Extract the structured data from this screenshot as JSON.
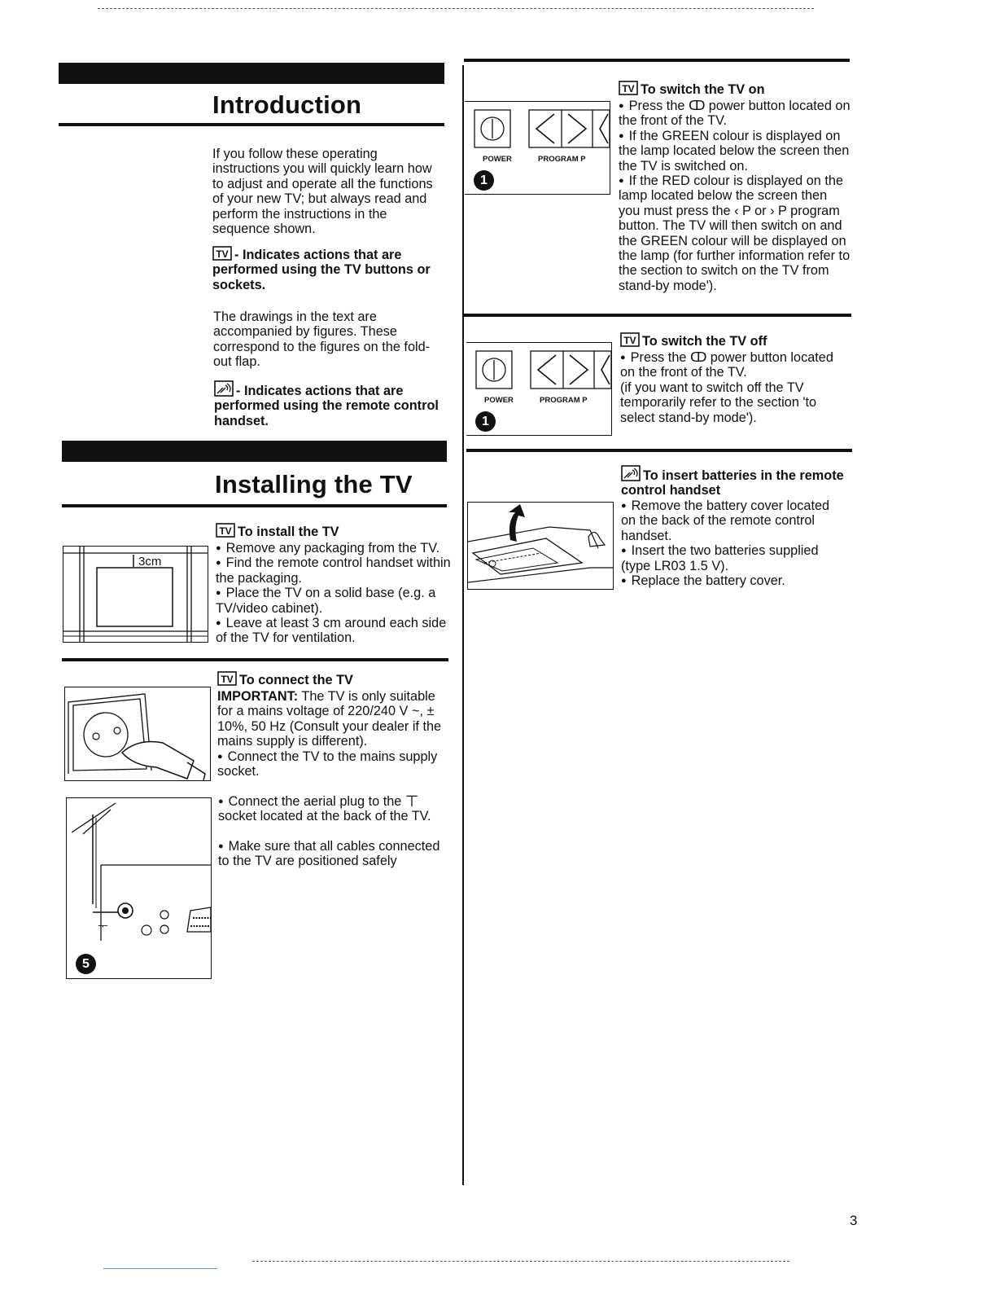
{
  "page_number": "3",
  "icons": {
    "tv_icon": "tv-buttons-icon",
    "remote_icon": "remote-handset-icon",
    "power_symbol": "Ⓞ"
  },
  "introduction": {
    "title": "Introduction",
    "para1": "If you follow these operating instructions you will quickly learn how to adjust and operate all the functions of your new TV; but always read and perform the instructions in the sequence shown.",
    "tv_note": "- Indicates actions that are performed using the TV buttons or sockets.",
    "para2": "The drawings in the text are accompanied by figures. These correspond to the figures on the fold-out flap.",
    "remote_note": "- Indicates actions that are performed using the remote control handset."
  },
  "installing": {
    "title": "Installing the TV",
    "install": {
      "heading": "To install the TV",
      "bullets": [
        "Remove any packaging from the TV.",
        "Find the remote control handset within the packaging.",
        "Place the TV on a solid base (e.g. a TV/video cabinet).",
        "Leave at least 3 cm around each side of the TV for ventilation."
      ],
      "figure_label": "3cm"
    },
    "connect": {
      "heading": "To connect the TV",
      "important_label": "IMPORTANT:",
      "important_text": "The TV is only suitable for a mains voltage of 220/240 V ~, ± 10%, 50 Hz (Consult your dealer if the mains supply is different).",
      "bullet": "Connect the TV to the mains supply socket."
    },
    "aerial": {
      "bullet1": "Connect the aerial plug to the ㄒ socket located at the back of the TV.",
      "bullet2": "Make sure that all cables connected to the TV are positioned safely",
      "figure_number": "5"
    }
  },
  "switch_on": {
    "heading": "To switch the TV on",
    "bullets": [
      "Press the ↀ power button located on the front of the TV.",
      "If the GREEN colour is displayed on the lamp located below the screen then the TV is switched on.",
      "If the RED colour is displayed on the lamp located below the screen then you must press the ‹ P or › P program button. The TV will then switch on and the GREEN colour will be displayed on the lamp (for further information refer to the section to switch on the TV from  stand-by mode')."
    ],
    "figure_power": "POWER",
    "figure_program": "PROGRAM P",
    "figure_number": "1"
  },
  "switch_off": {
    "heading": "To switch the TV off",
    "bullet": "Press the ↀ power button located on the front of the TV.",
    "note": "(if you want to switch off the TV temporarily refer to the section 'to select stand-by mode').",
    "figure_power": "POWER",
    "figure_program": "PROGRAM P",
    "figure_number": "1"
  },
  "batteries": {
    "heading": "To insert batteries in the remote control handset",
    "bullets": [
      "Remove the battery cover located on the back of the remote control handset.",
      "Insert the two batteries supplied (type LR03 1.5 V).",
      "Replace the battery cover."
    ]
  }
}
